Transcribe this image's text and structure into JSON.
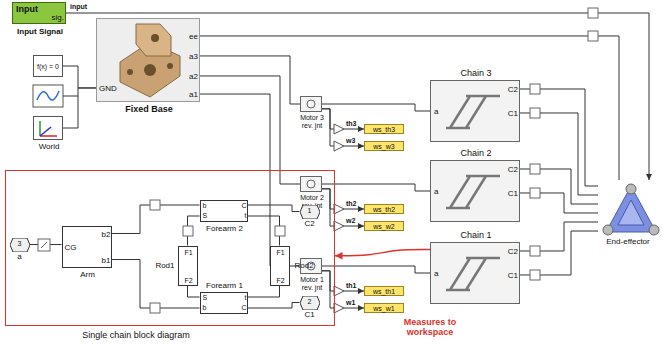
{
  "diagram": {
    "nodes": [
      {
        "text": [
          "Input",
          "sig.",
          "Input Signal"
        ]
      },
      {
        "text": [
          "f(x) = 0"
        ]
      },
      {
        "text": [
          "World"
        ]
      },
      {
        "text": [
          "GND",
          "ee",
          "a3",
          "a2",
          "a1",
          "Fixed Base"
        ]
      },
      {
        "text": [
          "Motor 3 rev. jnt"
        ]
      },
      {
        "text": [
          "ws_th3"
        ]
      },
      {
        "text": [
          "ws_w3"
        ]
      },
      {
        "text": [
          "Chain 3",
          "a",
          "C2",
          "C1"
        ]
      },
      {
        "text": [
          "Motor 2 rev. jnt"
        ]
      },
      {
        "text": [
          "ws_th2"
        ]
      },
      {
        "text": [
          "ws_w2"
        ]
      },
      {
        "text": [
          "Chain 2",
          "a",
          "C2",
          "C1"
        ]
      },
      {
        "text": [
          "Motor 1 rev. jnt"
        ]
      },
      {
        "text": [
          "ws_th1"
        ]
      },
      {
        "text": [
          "ws_w1"
        ]
      },
      {
        "text": [
          "Chain 1",
          "a",
          "C2",
          "C1"
        ]
      },
      {
        "text": [
          "End-effector"
        ]
      },
      {
        "text": [
          "Single chain block diagram"
        ]
      },
      {
        "text": [
          "3",
          "a"
        ],
        "in": 17
      },
      {
        "text": [
          "CG",
          "b2",
          "b1",
          "Arm"
        ],
        "in": 17
      },
      {
        "text": [
          "b",
          "C",
          "S",
          "t",
          "Forearm 2"
        ],
        "in": 17
      },
      {
        "text": [
          "F1",
          "F2",
          "Rod1"
        ],
        "in": 17
      },
      {
        "text": [
          "F1",
          "F2",
          "Rod2"
        ],
        "in": 17
      },
      {
        "text": [
          "Forearm 1",
          "S",
          "t",
          "b",
          "C"
        ],
        "in": 17
      },
      {
        "text": [
          "1",
          "C2"
        ],
        "in": 17
      },
      {
        "text": [
          "2",
          "C1"
        ],
        "in": 17
      }
    ],
    "edges": [
      {
        "from": 1,
        "to": 3,
        "arrow": "none"
      },
      {
        "from": 2,
        "to": 3,
        "arrow": "none"
      },
      {
        "from": 3,
        "to": 4,
        "arrow": "none"
      },
      {
        "from": 3,
        "to": 8,
        "arrow": "none"
      },
      {
        "from": 3,
        "to": 12,
        "arrow": "none"
      },
      {
        "from": 4,
        "to": 7,
        "arrow": "none"
      },
      {
        "from": 4,
        "to": 5,
        "arrow": "to"
      },
      {
        "from": 4,
        "to": 6,
        "arrow": "to"
      },
      {
        "from": 8,
        "to": 11,
        "arrow": "none"
      },
      {
        "from": 8,
        "to": 9,
        "arrow": "to"
      },
      {
        "from": 8,
        "to": 10,
        "arrow": "to"
      },
      {
        "from": 12,
        "to": 15,
        "arrow": "none"
      },
      {
        "from": 12,
        "to": 13,
        "arrow": "to"
      },
      {
        "from": 12,
        "to": 14,
        "arrow": "to"
      },
      {
        "from": 7,
        "to": 16,
        "arrow": "none"
      },
      {
        "from": 7,
        "to": 16,
        "arrow": "none"
      },
      {
        "from": 11,
        "to": 16,
        "arrow": "none"
      },
      {
        "from": 11,
        "to": 16,
        "arrow": "none"
      },
      {
        "from": 15,
        "to": 16,
        "arrow": "none"
      },
      {
        "from": 15,
        "to": 16,
        "arrow": "none"
      },
      {
        "from": 3,
        "to": 16,
        "arrow": "none"
      },
      {
        "from": 0,
        "to": 16,
        "arrow": "to"
      },
      {
        "from": 15,
        "to": 17,
        "arrow": "to"
      },
      {
        "from": 18,
        "to": 19,
        "arrow": "none"
      },
      {
        "from": 19,
        "to": 20,
        "arrow": "none"
      },
      {
        "from": 19,
        "to": 23,
        "arrow": "none"
      },
      {
        "from": 20,
        "to": 21,
        "arrow": "none"
      },
      {
        "from": 20,
        "to": 22,
        "arrow": "none"
      },
      {
        "from": 20,
        "to": 24,
        "arrow": "none"
      },
      {
        "from": 23,
        "to": 21,
        "arrow": "none"
      },
      {
        "from": 23,
        "to": 22,
        "arrow": "none"
      },
      {
        "from": 23,
        "to": 25,
        "arrow": "none"
      }
    ],
    "labels": [
      "input",
      "th3",
      "w3",
      "th2",
      "w2",
      "th1",
      "w1",
      "Measures to workspace"
    ]
  }
}
